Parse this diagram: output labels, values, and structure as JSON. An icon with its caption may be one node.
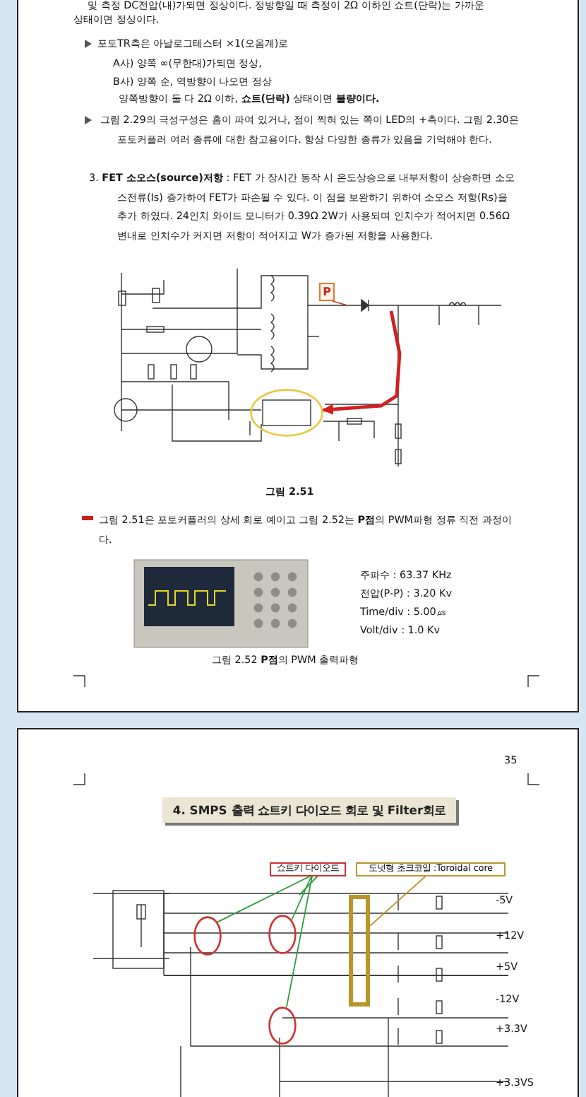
{
  "diagram": {
    "title": "4. SMPS 출력 쇼트키 다이오드 회로 및 Filter회로",
    "nodes": [
      {
        "text": [
          "P"
        ]
      },
      {
        "text": [],
        "shape": "circle"
      },
      {
        "text": [
          "쇼트키 다이오드"
        ]
      },
      {
        "text": [],
        "shape": "circle"
      },
      {
        "text": [],
        "shape": "circle"
      },
      {
        "text": [],
        "shape": "circle"
      },
      {
        "text": [
          "도넛형 초크코일 :Toroidal core"
        ]
      },
      {
        "text": [],
        "shape": "box"
      }
    ],
    "edges": [
      {
        "from": 0,
        "to": null,
        "arrow": "none",
        "color": "#d03020"
      },
      {
        "from": null,
        "to": 1,
        "arrow": "to",
        "style": "thick",
        "color": "#d02020"
      },
      {
        "from": 2,
        "to": null,
        "arrow": "none",
        "color": "#2e9a3a"
      },
      {
        "from": 2,
        "to": 3,
        "arrow": "none",
        "color": "#2e9a3a"
      },
      {
        "from": 2,
        "to": 4,
        "arrow": "none",
        "color": "#2e9a3a"
      },
      {
        "from": 2,
        "to": 5,
        "arrow": "none",
        "color": "#2e9a3a"
      },
      {
        "from": 6,
        "to": 7,
        "arrow": "none",
        "color": "#b8962a"
      }
    ],
    "labels": [
      "및 측정 DC전압(내)가되면 정상이다. 정방향일 때 측정이 2Ω 이하인 쇼트(단락)는 가까운",
      "상태이면 정상이다.",
      "포토TR측은 아날로그테스터 ×1(오옴계)로",
      "A사) 양쪽 ∞(무한대)가되면 정상,",
      "B사) 양쪽 순, 역방향이 나오면 정상",
      "양쪽방향이 둘 다 2Ω 이하, **쇼트(단락)** 상태이면 **불량이다.**",
      "그림 2.29의 극성구성은 홈이 파여 있거나, 점이 찍혀 있는 쪽이 LED의 +측이다. 그림 2.30은 포토커플러 여러 종류에 대한 참고용이다. 항상 다양한 종류가 있음을 기억해야 한다.",
      "3. **FET 소오스(source)저항** : FET 가 장시간 동작 시 온도상승으로 내부저항이 상승하면 소오스전류(Is) 증가하여 FET가 파손될 수 있다. 이 점을 보완하기 위하여 소오스 저항(Rs)을 추가 하였다. 24인치 와이드 모니터가 0.39Ω 2W가 사용되며 인치수가 적어지면 0.56Ω 변내로 인치수가 커지면 저항이 적어지고 W가 증가된 저항을 사용한다.",
      "그림 2.51",
      "그림 2.51은 포토커플러의 상세 회로 예이고 그림 2.52는 **P점**의 PWM파형 정류 직전 과정이다.",
      "주파수 : 63.37 KHz",
      "전압(P-P) : 3.20 Kv",
      "Time/div : 5.00㎲",
      "Volt/div : 1.0 Kv",
      "그림 2.52 **P점**의 PWM 출력파형",
      "35",
      "-5V",
      "+12V",
      "+5V",
      "-12V",
      "+3.3V",
      "+3.3VS"
    ]
  }
}
